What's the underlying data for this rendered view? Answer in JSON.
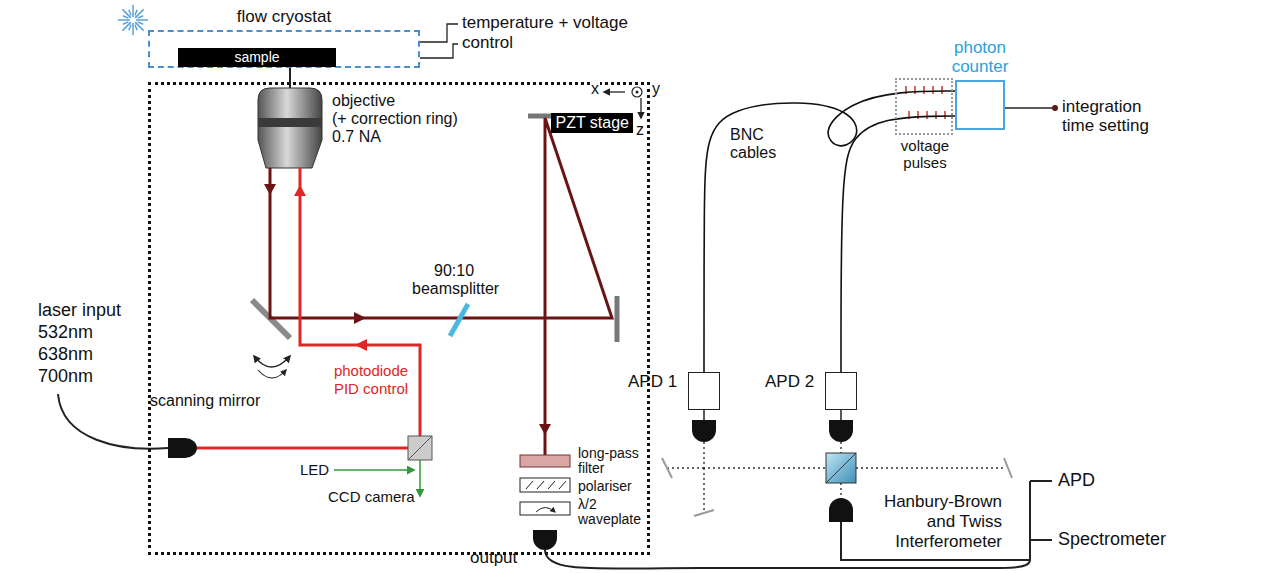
{
  "diagram": {
    "nodes": [
      {
        "text": [
          "flow cryostat"
        ]
      },
      {
        "text": [
          "sample"
        ],
        "in": 0
      },
      {
        "text": [
          "PZT stage"
        ]
      },
      {
        "text": [
          "photon counter"
        ]
      },
      {
        "text": [
          "voltage pulses"
        ]
      },
      {
        "text": [
          "APD 1"
        ]
      },
      {
        "text": [
          "APD 2"
        ]
      }
    ],
    "edges": [
      {
        "from": 5,
        "to": 3,
        "arrow": "none"
      },
      {
        "from": 6,
        "to": 3,
        "arrow": "none"
      }
    ],
    "labels": [
      "temperature + voltage control",
      "x",
      "y",
      "z",
      "objective",
      "(+ correction ring)",
      "0.7 NA",
      "90:10",
      "beamsplitter",
      "laser input",
      "532nm",
      "638nm",
      "700nm",
      "scanning mirror",
      "photodiode PID control",
      "LED",
      "CCD camera",
      "long-pass filter",
      "polariser",
      "λ/2 waveplate",
      "output",
      "BNC cables",
      "integration time setting",
      "Hanbury-Brown and Twiss Interferometer",
      "APD",
      "Spectrometer"
    ]
  }
}
